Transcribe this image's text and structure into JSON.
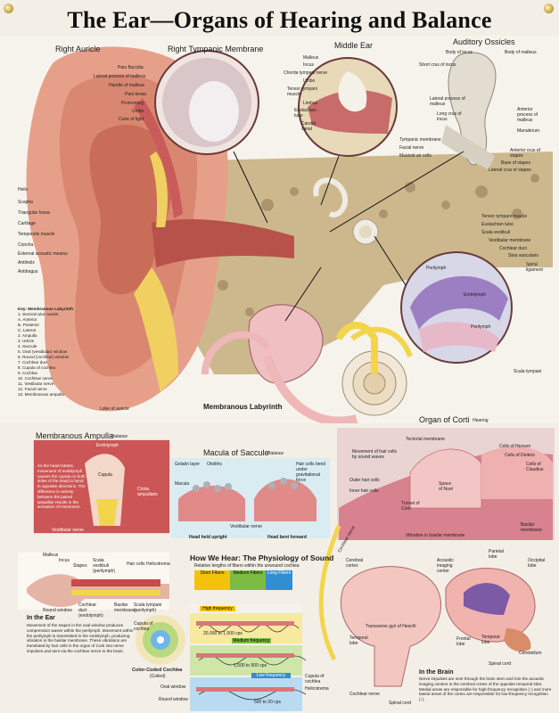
{
  "title": "The Ear—Organs of Hearing and Balance",
  "sections": {
    "right_auricle": "Right Auricle",
    "right_tympanic_membrane": "Right Tympanic Membrane",
    "middle_ear": "Middle Ear",
    "auditory_ossicles": "Auditory Ossicles",
    "membranous_labyrinth": "Membranous Labyrinth",
    "organ_of_corti": "Organ of Corti",
    "hearing": "Hearing",
    "membranous_ampulla": "Membranous Ampulla",
    "balance": "Balance",
    "macula_of_saccule": "Macula of Saccule",
    "balance2": "Balance",
    "how_we_hear": "How We Hear: The Physiology of Sound",
    "in_the_ear": "In the Ear",
    "in_the_brain": "In the Brain",
    "color_coded_cochlea": "Color-Coded Cochlea",
    "coiled": "(Coiled)"
  },
  "labels": {
    "auricle": [
      "Helix",
      "Scapha",
      "Triangular fossa",
      "Cartilage",
      "Temporalis muscle",
      "Concha",
      "External acoustic meatus",
      "Antihelix",
      "Antitragus",
      "Lobe of auricle"
    ],
    "tympanic": [
      "Pars flaccida",
      "Lateral process of malleus",
      "Handle of malleus",
      "Pars tensa",
      "Promontory",
      "Umbo",
      "Cone of light"
    ],
    "middle_ear": [
      "Malleus",
      "Incus",
      "Chorda tympani nerve",
      "Umbo",
      "Tensor tympani muscle",
      "Limbus",
      "Eustachian tube",
      "Carotid canal",
      "Tympanic membrane",
      "Facial nerve",
      "Mastoid air cells"
    ],
    "ossicles": [
      "Body of incus",
      "Body of malleus",
      "Short crus of incus",
      "Lateral process of malleus",
      "Long crus of incus",
      "Anterior process of malleus",
      "Manubrium",
      "Anterior crus of stapes",
      "Base of stapes",
      "Lateral crus of stapes"
    ],
    "cochlea_section": [
      "Tensor tympani muscle",
      "Eustachian tube",
      "Scala vestibuli",
      "Vestibular membrane",
      "Cochlear duct",
      "Stria vascularis",
      "Spiral ligament",
      "Perilymph",
      "Endolymph",
      "Perilymph",
      "Scala tympani"
    ],
    "corti": [
      "Tectorial membrane",
      "Movement of hair cells by sound waves",
      "Cells of Hensen",
      "Cells of Deiters",
      "Cells of Claudius",
      "Outer hair cells",
      "Inner hair cells",
      "Space of Nuel",
      "Tunnel of Corti",
      "Basilar membrane",
      "Vibration in basilar membrane",
      "Cochlear nerve"
    ],
    "ampulla": [
      "Endolymph",
      "Cupula",
      "Crista ampullaris",
      "Vestibular nerve"
    ],
    "ampulla_text": "As the head rotates, movement of endolymph causes the cupula on both sides of the head to bend in opposite directions. The difference in activity between the paired ampullae results in the sensation of movement.",
    "macula": [
      "Gelatin layer",
      "Otoliths",
      "Macula",
      "Hair cells bend under gravitational force",
      "Vestibular nerve",
      "Head held upright",
      "Head bent forward"
    ],
    "physiology": [
      "Malleus",
      "Incus",
      "Stapes",
      "Scala vestibuli (perilymph)",
      "Hair cells",
      "Helicotrema",
      "Round window",
      "Cochlear duct (endolymph)",
      "Basilar membrane",
      "Scala tympani (perilymph)",
      "Cupula of cochlea",
      "Oval window",
      "Round window",
      "Cupula of cochlea",
      "Helicotrema"
    ],
    "brain": [
      "Cerebral cortex",
      "Acoustic imaging center",
      "Parietal lobe",
      "Occipital lobe",
      "Transverse gyri of Heschl",
      "Temporal lobe",
      "Frontal lobe",
      "Temporal lobe",
      "Spinal cord",
      "Cerebellum",
      "Cochlear nerve",
      "Spinal cord"
    ]
  },
  "key": {
    "title": "Key: Membranous Labyrinth",
    "items": [
      "1. Semicircular canals:",
      "   A. Anterior",
      "   B. Posterior",
      "   C. Lateral",
      "2. Ampulla",
      "3. Utricle",
      "4. Saccule",
      "5. Oval (vestibular) window",
      "6. Round (cochlear) window",
      "7. Cochlear duct",
      "8. Cupula of cochlea",
      "9. Cochlea",
      "10. Cochlear nerve",
      "11. Vestibular nerve",
      "12. Facial nerve",
      "13. Membranous ampulla"
    ]
  },
  "frequency_chart": {
    "subtitle": "Relative lengths of fibers within the unwound cochlea",
    "columns": [
      {
        "label": "Short Fibers",
        "color": "#f4c20d"
      },
      {
        "label": "Medium Fibers",
        "color": "#7dbb42"
      },
      {
        "label": "Long Fibers",
        "color": "#2f8fd1"
      }
    ],
    "bands": [
      {
        "name": "High frequency",
        "range": "20,000 to 1,500 cps"
      },
      {
        "name": "Medium frequency",
        "range": "1,500 to 500 cps"
      },
      {
        "name": "Low frequency",
        "range": "500 to 20 cps"
      }
    ]
  },
  "in_ear_text": "Movement of the stapes in the oval window produces compression waves within the perilymph. Movement within the perilymph is transmitted to the endolymph, producing vibration in the basilar membrane. These vibrations are translated by hair cells in the organ of Corti into nerve impulses and sent via the cochlear nerve to the brain.",
  "in_brain_text": "Nerve impulses are sent through the brain stem and into the acoustic imaging centers in the cerebral cortex of the opposite temporal lobe. Medial areas are responsible for high-frequency recognition (↑) and more lateral areas of the cortex are responsible for low-frequency recognition (↓).",
  "colors": {
    "background": "#f3efe6",
    "skin": "#e9a58e",
    "bone": "#d7c39a",
    "purple": "#7c5aa6",
    "yellow": "#f2d54b"
  }
}
